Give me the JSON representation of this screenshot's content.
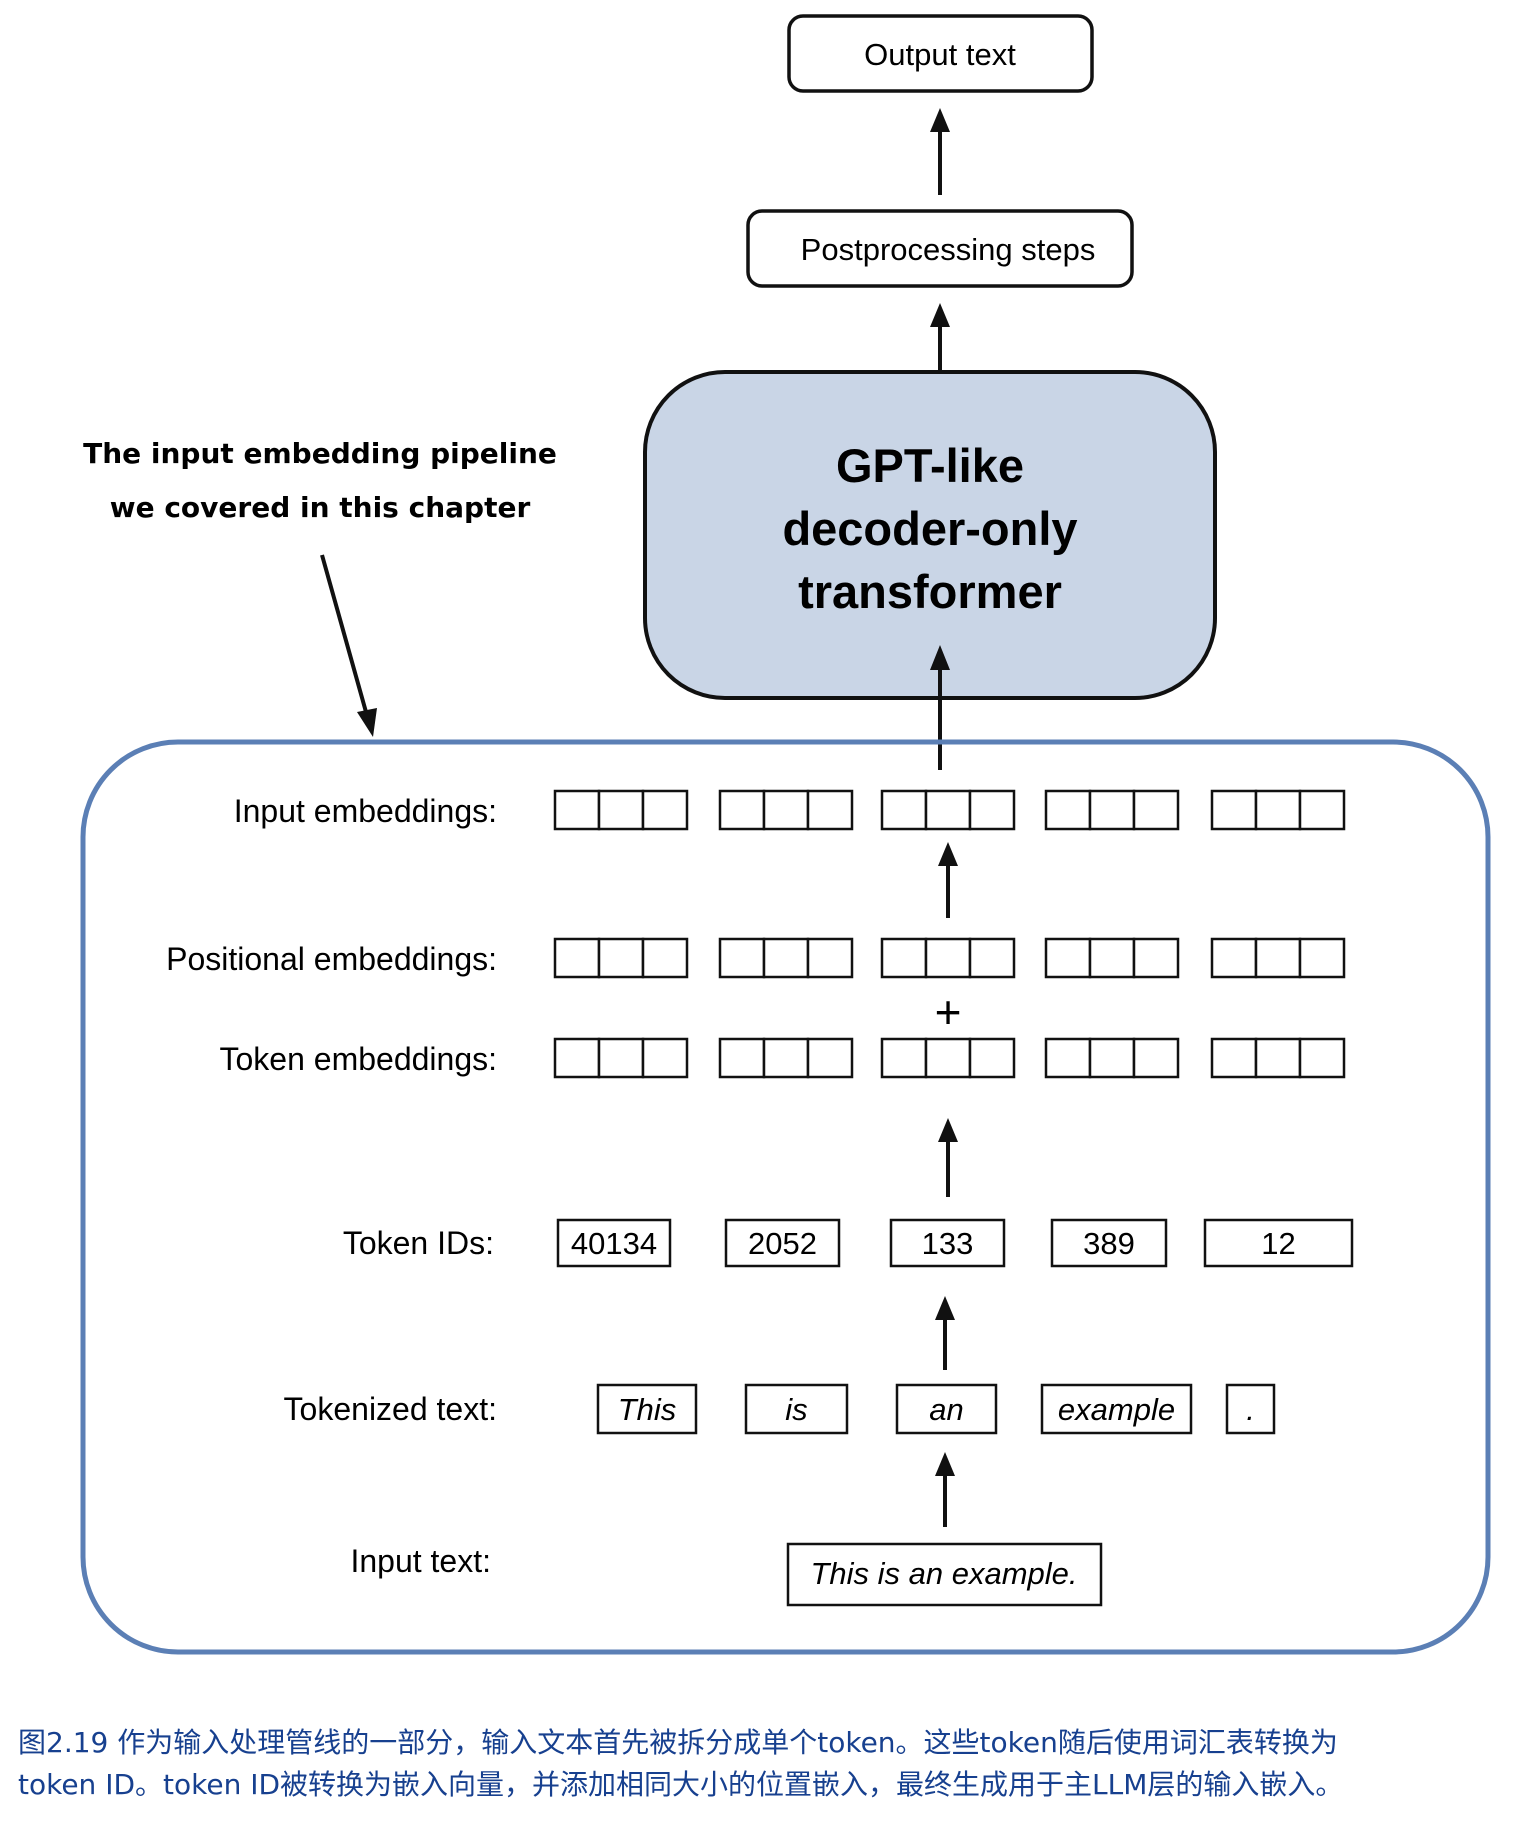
{
  "diagram": {
    "output_box": "Output text",
    "postprocessing_box": "Postprocessing steps",
    "transformer_lines": [
      "GPT-like",
      "decoder-only",
      "transformer"
    ],
    "annotation_lines": [
      "The input embedding pipeline",
      "we covered in this chapter"
    ],
    "row_labels": {
      "input_embeddings": "Input embeddings:",
      "positional_embeddings": "Positional embeddings:",
      "token_embeddings": "Token embeddings:",
      "token_ids": "Token IDs:",
      "tokenized_text": "Tokenized text:",
      "input_text": "Input text:"
    },
    "plus_sign": "+",
    "token_ids": [
      "40134",
      "2052",
      "133",
      "389",
      "12"
    ],
    "tokens": [
      "This",
      "is",
      "an",
      "example",
      "."
    ],
    "input_sentence": "This is an example.",
    "colors": {
      "transformer_fill": "#c9d5e6",
      "pipeline_border": "#5b7fb5",
      "caption": "#17408f"
    }
  },
  "caption": {
    "line1": "图2.19 作为输入处理管线的一部分，输入文本首先被拆分成单个token。这些token随后使用词汇表转换为",
    "line2": "token ID。token ID被转换为嵌入向量，并添加相同大小的位置嵌入，最终生成用于主LLM层的输入嵌入。"
  }
}
